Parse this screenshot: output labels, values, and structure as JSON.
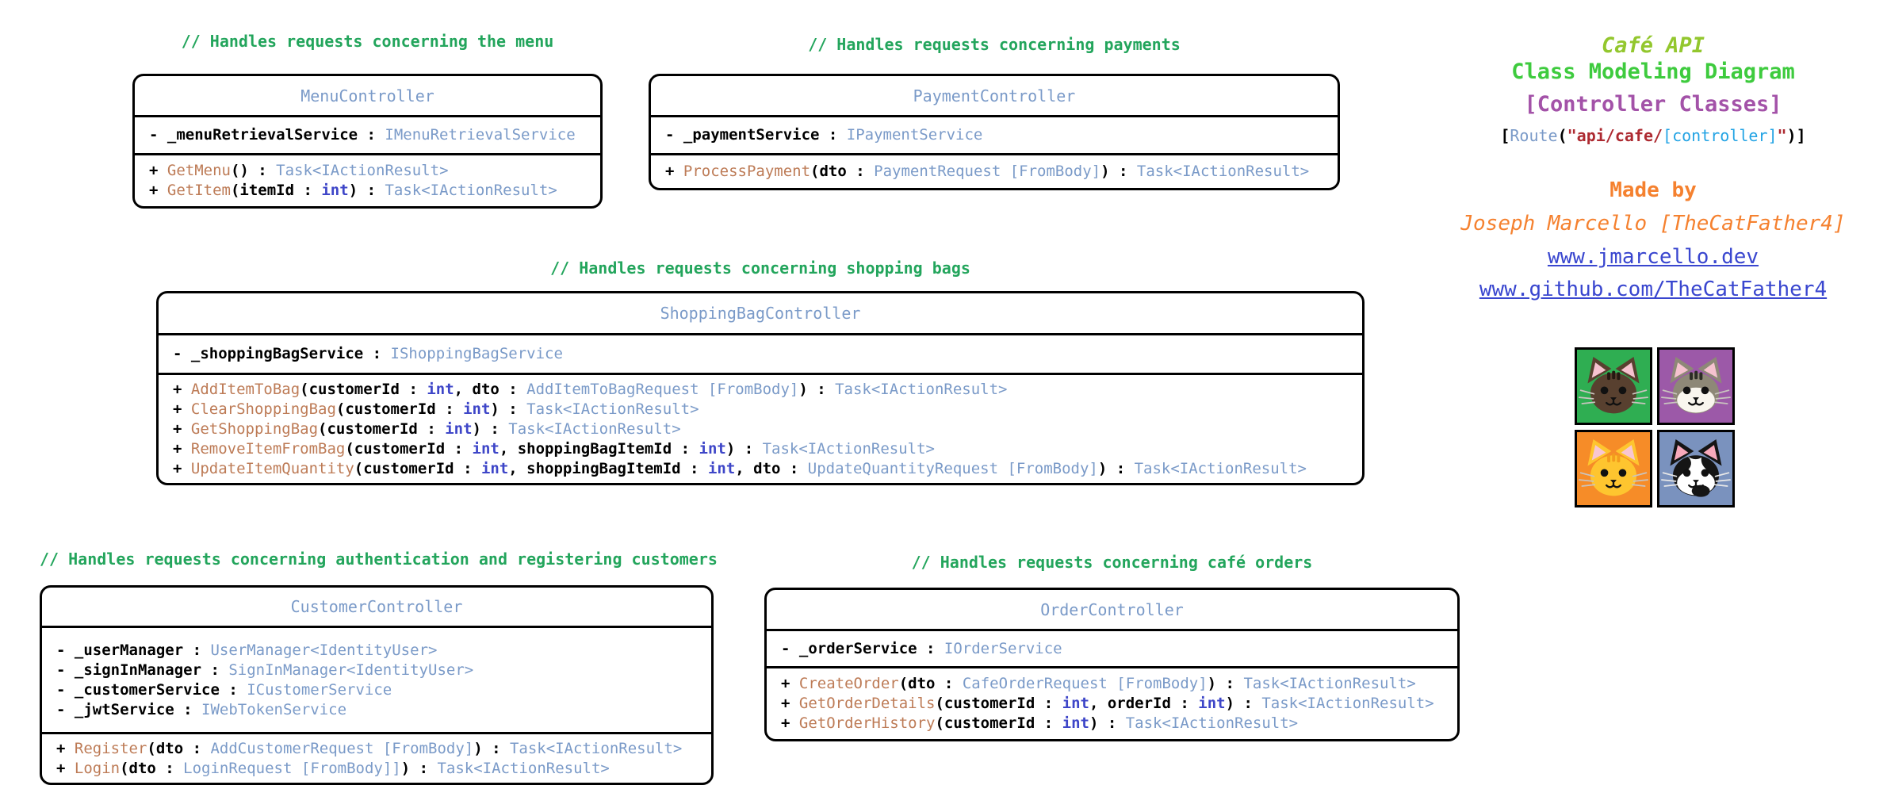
{
  "palette": {
    "comment": "#23a55c",
    "class_name": "#7a9ac8",
    "type": "#7a9ac8",
    "method": "#bd7b56",
    "int_kw": "#3e46c8",
    "route_string": "#ad2a31",
    "route_controller": "#22a3e4",
    "cafe_title": "#93c72e",
    "diagram_title": "#3ecb3e",
    "controller_classes": "#a352a8",
    "made_by_orange": "#f5812f",
    "link_blue": "#3946cf"
  },
  "classes": [
    {
      "comment": "// Handles requests concerning the menu",
      "name": "MenuController",
      "attributes": [
        [
          {
            "t": "- _menuRetrievalService : ",
            "c": "p"
          },
          {
            "t": "IMenuRetrievalService",
            "c": "t"
          }
        ]
      ],
      "methods": [
        [
          {
            "t": "+ ",
            "c": "p"
          },
          {
            "t": "GetMenu",
            "c": "m"
          },
          {
            "t": "() : ",
            "c": "p"
          },
          {
            "t": "Task<IActionResult>",
            "c": "t"
          }
        ],
        [
          {
            "t": "+ ",
            "c": "p"
          },
          {
            "t": "GetItem",
            "c": "m"
          },
          {
            "t": "(itemId : ",
            "c": "p"
          },
          {
            "t": "int",
            "c": "i"
          },
          {
            "t": ") : ",
            "c": "p"
          },
          {
            "t": "Task<IActionResult>",
            "c": "t"
          }
        ]
      ]
    },
    {
      "comment": "// Handles requests concerning payments",
      "name": "PaymentController",
      "attributes": [
        [
          {
            "t": "- _paymentService : ",
            "c": "p"
          },
          {
            "t": "IPaymentService",
            "c": "t"
          }
        ]
      ],
      "methods": [
        [
          {
            "t": "+ ",
            "c": "p"
          },
          {
            "t": "ProcessPayment",
            "c": "m"
          },
          {
            "t": "(dto : ",
            "c": "p"
          },
          {
            "t": "PaymentRequest [FromBody]",
            "c": "t"
          },
          {
            "t": ") : ",
            "c": "p"
          },
          {
            "t": "Task<IActionResult>",
            "c": "t"
          }
        ]
      ]
    },
    {
      "comment": "// Handles requests concerning shopping bags",
      "name": "ShoppingBagController",
      "attributes": [
        [
          {
            "t": "- _shoppingBagService : ",
            "c": "p"
          },
          {
            "t": "IShoppingBagService",
            "c": "t"
          }
        ]
      ],
      "methods": [
        [
          {
            "t": "+ ",
            "c": "p"
          },
          {
            "t": "AddItemToBag",
            "c": "m"
          },
          {
            "t": "(customerId : ",
            "c": "p"
          },
          {
            "t": "int",
            "c": "i"
          },
          {
            "t": ", dto : ",
            "c": "p"
          },
          {
            "t": "AddItemToBagRequest [FromBody]",
            "c": "t"
          },
          {
            "t": ") : ",
            "c": "p"
          },
          {
            "t": "Task<IActionResult>",
            "c": "t"
          }
        ],
        [
          {
            "t": "+ ",
            "c": "p"
          },
          {
            "t": "ClearShoppingBag",
            "c": "m"
          },
          {
            "t": "(customerId : ",
            "c": "p"
          },
          {
            "t": "int",
            "c": "i"
          },
          {
            "t": ") : ",
            "c": "p"
          },
          {
            "t": "Task<IActionResult>",
            "c": "t"
          }
        ],
        [
          {
            "t": "+ ",
            "c": "p"
          },
          {
            "t": "GetShoppingBag",
            "c": "m"
          },
          {
            "t": "(customerId : ",
            "c": "p"
          },
          {
            "t": "int",
            "c": "i"
          },
          {
            "t": ") : ",
            "c": "p"
          },
          {
            "t": "Task<IActionResult>",
            "c": "t"
          }
        ],
        [
          {
            "t": "+ ",
            "c": "p"
          },
          {
            "t": "RemoveItemFromBag",
            "c": "m"
          },
          {
            "t": "(customerId : ",
            "c": "p"
          },
          {
            "t": "int",
            "c": "i"
          },
          {
            "t": ", shoppingBagItemId : ",
            "c": "p"
          },
          {
            "t": "int",
            "c": "i"
          },
          {
            "t": ") : ",
            "c": "p"
          },
          {
            "t": "Task<IActionResult>",
            "c": "t"
          }
        ],
        [
          {
            "t": "+ ",
            "c": "p"
          },
          {
            "t": "UpdateItemQuantity",
            "c": "m"
          },
          {
            "t": "(customerId : ",
            "c": "p"
          },
          {
            "t": "int",
            "c": "i"
          },
          {
            "t": ", shoppingBagItemId : ",
            "c": "p"
          },
          {
            "t": "int",
            "c": "i"
          },
          {
            "t": ", dto : ",
            "c": "p"
          },
          {
            "t": "UpdateQuantityRequest [FromBody]",
            "c": "t"
          },
          {
            "t": ") : ",
            "c": "p"
          },
          {
            "t": "Task<IActionResult>",
            "c": "t"
          }
        ]
      ]
    },
    {
      "comment": "// Handles requests concerning authentication and registering customers",
      "name": "CustomerController",
      "attributes": [
        [
          {
            "t": "- _userManager : ",
            "c": "p"
          },
          {
            "t": "UserManager<IdentityUser>",
            "c": "t"
          }
        ],
        [
          {
            "t": "- _signInManager : ",
            "c": "p"
          },
          {
            "t": "SignInManager<IdentityUser>",
            "c": "t"
          }
        ],
        [
          {
            "t": "- _customerService : ",
            "c": "p"
          },
          {
            "t": "ICustomerService",
            "c": "t"
          }
        ],
        [
          {
            "t": "- _jwtService : ",
            "c": "p"
          },
          {
            "t": "IWebTokenService",
            "c": "t"
          }
        ]
      ],
      "methods": [
        [
          {
            "t": "+ ",
            "c": "p"
          },
          {
            "t": "Register",
            "c": "m"
          },
          {
            "t": "(dto : ",
            "c": "p"
          },
          {
            "t": "AddCustomerRequest [FromBody]",
            "c": "t"
          },
          {
            "t": ") : ",
            "c": "p"
          },
          {
            "t": "Task<IActionResult>",
            "c": "t"
          }
        ],
        [
          {
            "t": "+ ",
            "c": "p"
          },
          {
            "t": "Login",
            "c": "m"
          },
          {
            "t": "(dto : ",
            "c": "p"
          },
          {
            "t": "LoginRequest [FromBody]]",
            "c": "t"
          },
          {
            "t": ") : ",
            "c": "p"
          },
          {
            "t": "Task<IActionResult>",
            "c": "t"
          }
        ]
      ]
    },
    {
      "comment": "// Handles requests concerning café orders",
      "name": "OrderController",
      "attributes": [
        [
          {
            "t": "- _orderService : ",
            "c": "p"
          },
          {
            "t": "IOrderService",
            "c": "t"
          }
        ]
      ],
      "methods": [
        [
          {
            "t": "+ ",
            "c": "p"
          },
          {
            "t": "CreateOrder",
            "c": "m"
          },
          {
            "t": "(dto : ",
            "c": "p"
          },
          {
            "t": "CafeOrderRequest [FromBody]",
            "c": "t"
          },
          {
            "t": ") : ",
            "c": "p"
          },
          {
            "t": "Task<IActionResult>",
            "c": "t"
          }
        ],
        [
          {
            "t": "+ ",
            "c": "p"
          },
          {
            "t": "GetOrderDetails",
            "c": "m"
          },
          {
            "t": "(customerId : ",
            "c": "p"
          },
          {
            "t": "int",
            "c": "i"
          },
          {
            "t": ", orderId : ",
            "c": "p"
          },
          {
            "t": "int",
            "c": "i"
          },
          {
            "t": ") : ",
            "c": "p"
          },
          {
            "t": "Task<IActionResult>",
            "c": "t"
          }
        ],
        [
          {
            "t": "+ ",
            "c": "p"
          },
          {
            "t": "GetOrderHistory",
            "c": "m"
          },
          {
            "t": "(customerId : ",
            "c": "p"
          },
          {
            "t": "int",
            "c": "i"
          },
          {
            "t": ") : ",
            "c": "p"
          },
          {
            "t": "Task<IActionResult>",
            "c": "t"
          }
        ]
      ]
    }
  ],
  "side": {
    "title_line1": "Café API",
    "title_line2": "Class Modeling Diagram",
    "title_line3": "[Controller Classes]",
    "route_lines": [
      [
        {
          "t": "[",
          "c": "p"
        },
        {
          "t": "Route",
          "c": "t"
        },
        {
          "t": "(",
          "c": "p"
        },
        {
          "t": "\"api/cafe/",
          "c": "rs"
        },
        {
          "t": "[controller]",
          "c": "rc"
        },
        {
          "t": "\"",
          "c": "rs"
        },
        {
          "t": ")]",
          "c": "p"
        }
      ]
    ],
    "made_by": "Made by",
    "author": "Joseph Marcello [TheCatFather4]",
    "links": [
      "www.jmarcello.dev",
      "www.github.com/TheCatFather4"
    ],
    "cats": [
      {
        "name": "brown-tabby-cat-avatar",
        "bg": "#2fae52",
        "fur": "#58402f",
        "ear_inner": "#f6c2cf",
        "muzzle": null,
        "stripes": "#241811",
        "chin_spot": false
      },
      {
        "name": "gray-white-cat-avatar",
        "bg": "#9c59a8",
        "fur": "#8e8877",
        "ear_inner": "#f6c2cf",
        "muzzle": "#f9f6ee",
        "stripes": "#2b2b25",
        "chin_spot": false
      },
      {
        "name": "orange-tabby-cat-avatar",
        "bg": "#f68c28",
        "fur": "#fec washed",
        "ear_inner": "#f8c6d2",
        "muzzle": null,
        "stripes": "#f39c1d",
        "chin_spot": false
      },
      {
        "name": "tuxedo-cat-avatar",
        "bg": "#7a92be",
        "fur": "#151515",
        "ear_inner": "#f8a9bb",
        "muzzle": "#ffffff",
        "stripes": null,
        "chin_spot": true
      }
    ]
  }
}
